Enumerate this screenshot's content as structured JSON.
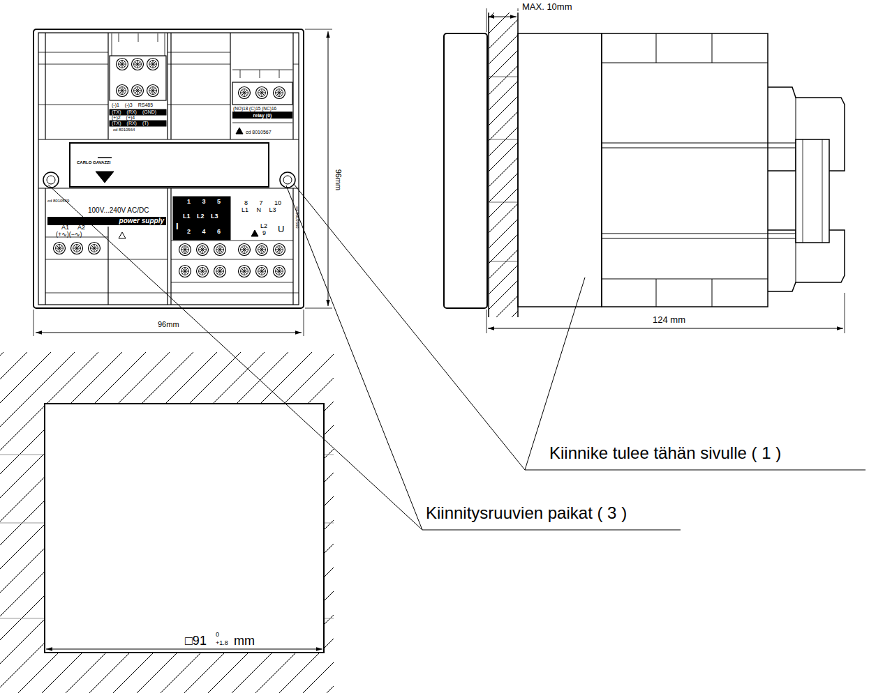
{
  "diagram": {
    "nodes": [
      {
        "text": [
          "□91",
          "0",
          "+1.8",
          "mm"
        ]
      },
      {
        "text": [
          "power supply"
        ]
      },
      {
        "text": [
          "relay (0)"
        ]
      }
    ],
    "labels": [
      "MAX. 10mm",
      "96mm",
      "96mm",
      "124 mm",
      "Kiinnike tulee tähän sivulle ( 1 )",
      "Kiinnitysruuvien paikat ( 3 )",
      "100V...240V AC/DC",
      "(-)1 (-)3 RS485",
      "(TX) (RX) (GND)",
      "(+)2 (+)4",
      "(TX) (RX) (T)",
      "cd 8010564",
      "(NO)18 (C)15 (NC)16",
      "cd 8010567",
      "CARLO GAVAZZI",
      "A1 A2",
      "(+∿)(−∿)",
      "1 3 5",
      "L1 L2 L3",
      "2 4 6",
      "I",
      "8 7 10",
      "L1 N L3",
      "L2",
      "9",
      "U",
      "cd 8010560",
      "cd 8010559"
    ]
  }
}
